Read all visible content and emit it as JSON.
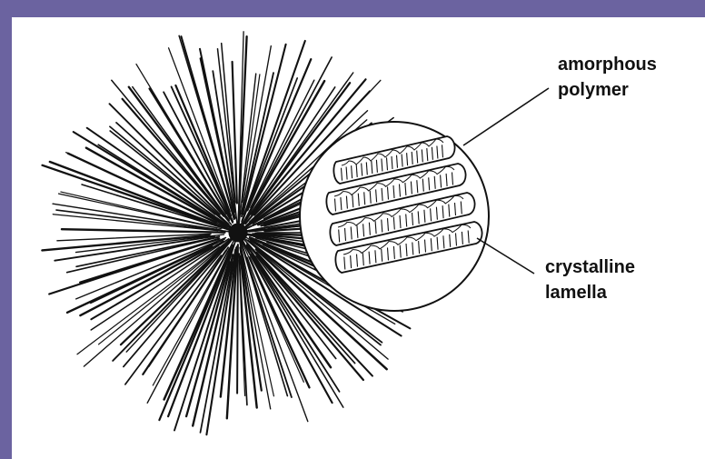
{
  "diagram": {
    "labels": {
      "amorphous_line1": "amorphous",
      "amorphous_line2": "polymer",
      "crystalline_line1": "crystalline",
      "crystalline_line2": "lamella"
    }
  },
  "colors": {
    "border": "#6b63a0",
    "background": "#ffffff",
    "ink": "#111111"
  },
  "icons": {
    "spherulite": "radiating-lines",
    "magnifier": "circle-inset"
  }
}
